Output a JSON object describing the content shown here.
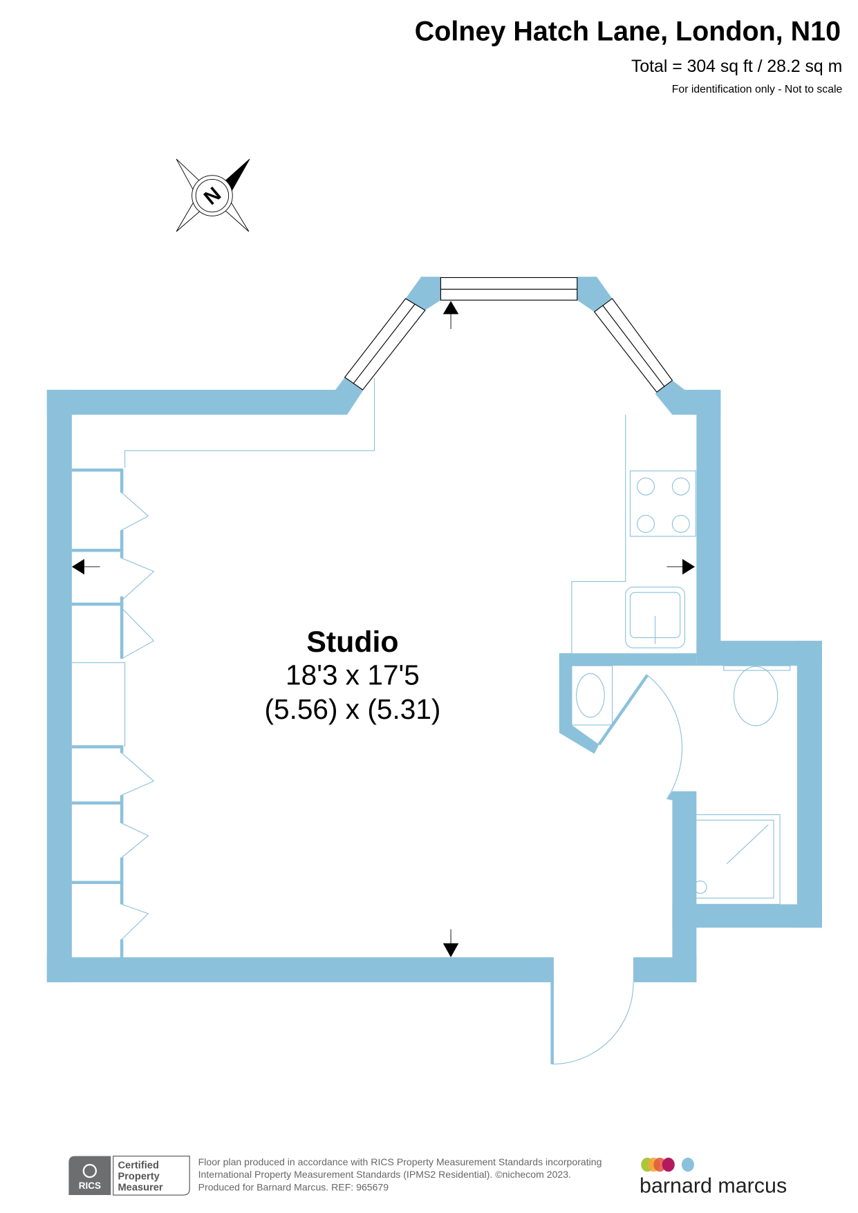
{
  "header": {
    "title": "Colney Hatch Lane, London, N10",
    "total_area": "Total = 304 sq ft / 28.2 sq m",
    "disclaimer": "For identification only - Not to scale"
  },
  "compass": {
    "label": "N"
  },
  "room": {
    "name": "Studio",
    "imperial": "18'3 x 17'5",
    "metric": "(5.56) x (5.31)"
  },
  "footer": {
    "badge_org": "RICS",
    "badge_line1": "Certified",
    "badge_line2": "Property",
    "badge_line3": "Measurer",
    "note_line1": "Floor plan produced in accordance with RICS Property Measurement Standards incorporating",
    "note_line2": "International Property Measurement Standards (IPMS2 Residential).   ©nichecom 2023.",
    "note_line3": "Produced for Barnard Marcus.   REF:  965679",
    "brand": "barnard marcus"
  },
  "colors": {
    "wall": "#8cc1db",
    "text": "#000000",
    "badge": "#6d6e70"
  }
}
